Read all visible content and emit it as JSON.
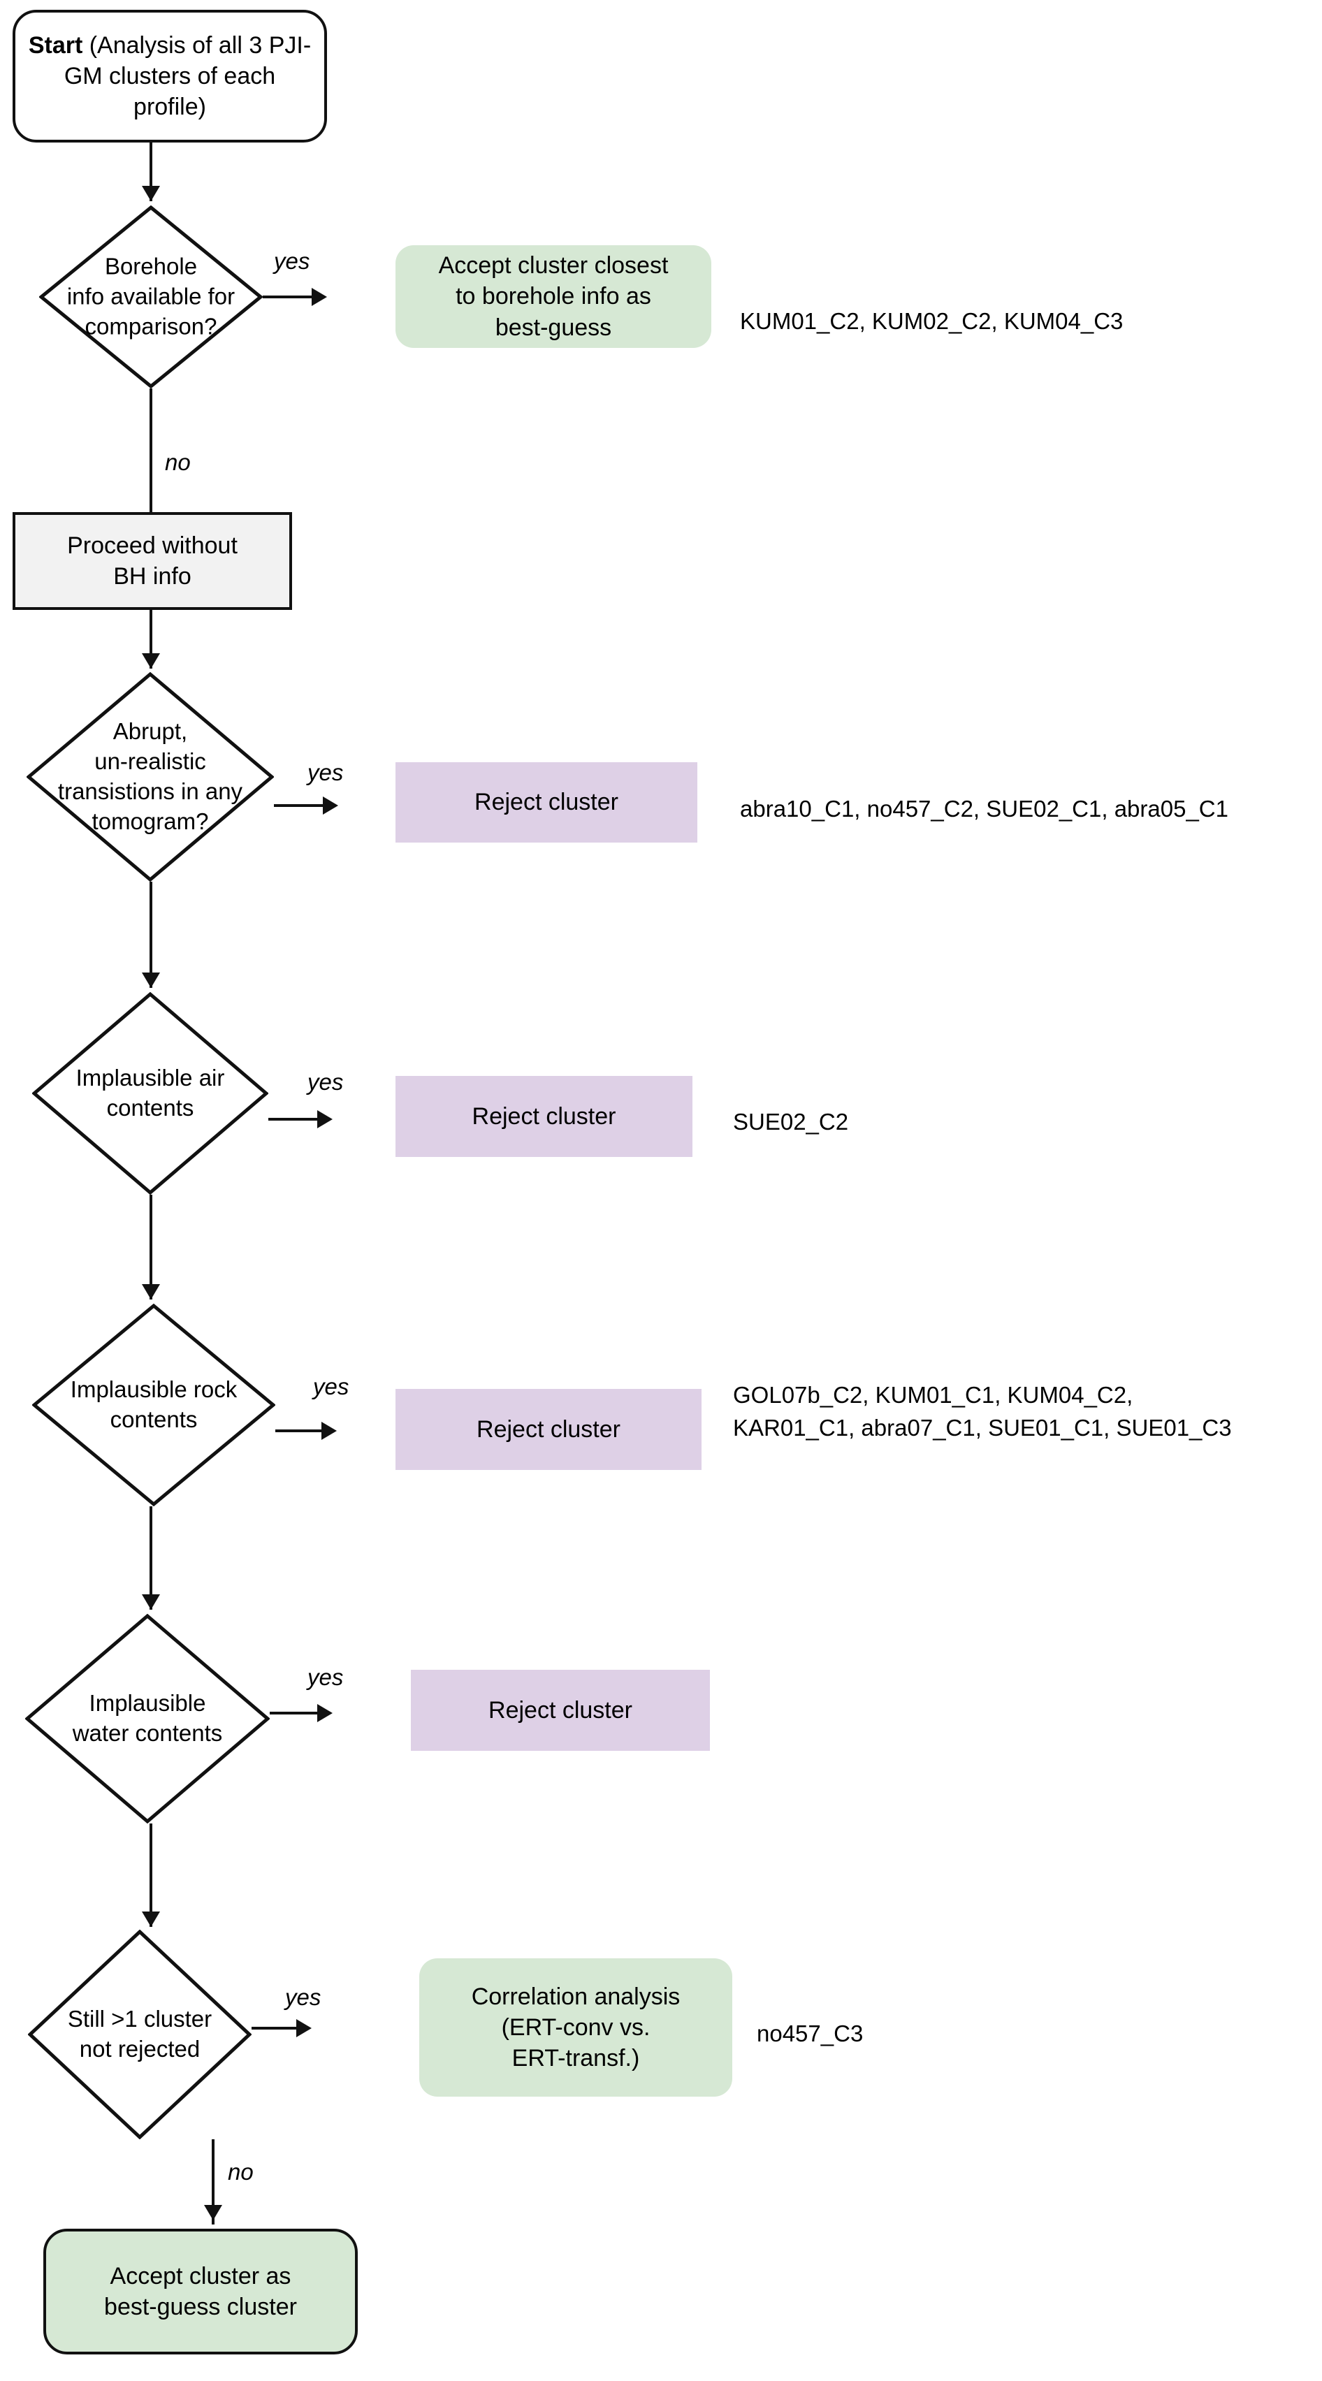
{
  "diagram": {
    "title_node": {
      "strong": "Start",
      "rest": " (Analysis of all 3 PJI-GM clusters of each profile)"
    },
    "process_no_bh": "Proceed without\nBH info",
    "edge_labels": {
      "yes": "yes",
      "no": "no"
    },
    "decisions": [
      {
        "id": "borehole",
        "text": "Borehole\ninfo available for\ncomparison?"
      },
      {
        "id": "abrupt",
        "text": "Abrupt,\nun-realistic\ntransistions in any\ntomogram?"
      },
      {
        "id": "air",
        "text": "Implausible air\ncontents"
      },
      {
        "id": "rock",
        "text": "Implausible rock\ncontents"
      },
      {
        "id": "water",
        "text": "Implausible\nwater contents"
      },
      {
        "id": "still",
        "text": "Still >1 cluster\nnot rejected"
      }
    ],
    "actions": [
      {
        "id": "accept-bh",
        "text": "Accept cluster closest\nto borehole info as\nbest-guess",
        "style": "green"
      },
      {
        "id": "reject-abrupt",
        "text": "Reject cluster",
        "style": "purple"
      },
      {
        "id": "reject-air",
        "text": "Reject cluster",
        "style": "purple"
      },
      {
        "id": "reject-rock",
        "text": "Reject cluster",
        "style": "purple"
      },
      {
        "id": "reject-water",
        "text": "Reject cluster",
        "style": "purple"
      },
      {
        "id": "correlation",
        "text": "Correlation analysis\n(ERT-conv vs.\nERT-transf.)",
        "style": "green"
      }
    ],
    "final_node": "Accept cluster as\nbest-guess cluster",
    "cluster_lists": {
      "borehole": "KUM01_C2, KUM02_C2, KUM04_C3",
      "abrupt": "abra10_C1, no457_C2, SUE02_C1, abra05_C1",
      "air": "SUE02_C2",
      "rock": "GOL07b_C2, KUM01_C1, KUM04_C2,\nKAR01_C1, abra07_C1, SUE01_C1, SUE01_C3",
      "water": "",
      "still": "no457_C3"
    },
    "colors": {
      "green_fill": "#d6e8d4",
      "purple_fill": "#ded0e6",
      "gray_fill": "#f2f2f2",
      "stroke": "#111111",
      "background": "#ffffff"
    }
  }
}
